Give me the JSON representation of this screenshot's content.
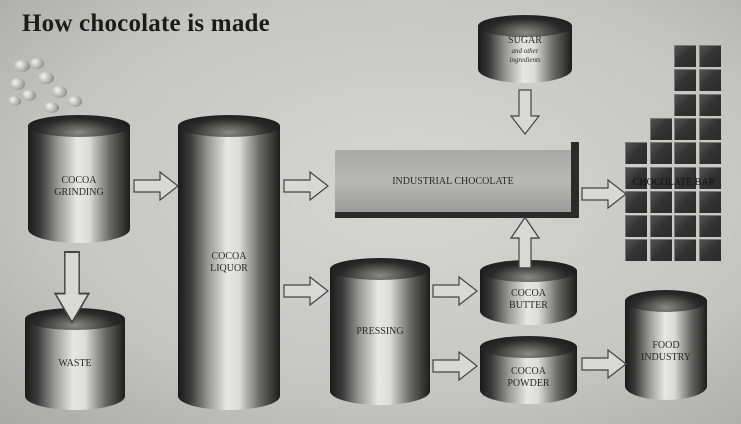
{
  "title": "How chocolate is made",
  "nodes": {
    "cocoa_grinding": [
      "COCOA",
      "GRINDING"
    ],
    "waste": "WASTE",
    "cocoa_liquor": [
      "COCOA",
      "LIQUOR"
    ],
    "industrial_chocolate": "INDUSTRIAL CHOCOLATE",
    "sugar": {
      "main": "SUGAR",
      "sub1": "and other",
      "sub2": "ingredients"
    },
    "chocolate_bar": "CHOCOLATE BAR",
    "pressing": "PRESSING",
    "cocoa_butter": [
      "COCOA",
      "BUTTER"
    ],
    "cocoa_powder": [
      "COCOA",
      "POWDER"
    ],
    "food_industry": [
      "FOOD",
      "INDUSTRY"
    ]
  }
}
